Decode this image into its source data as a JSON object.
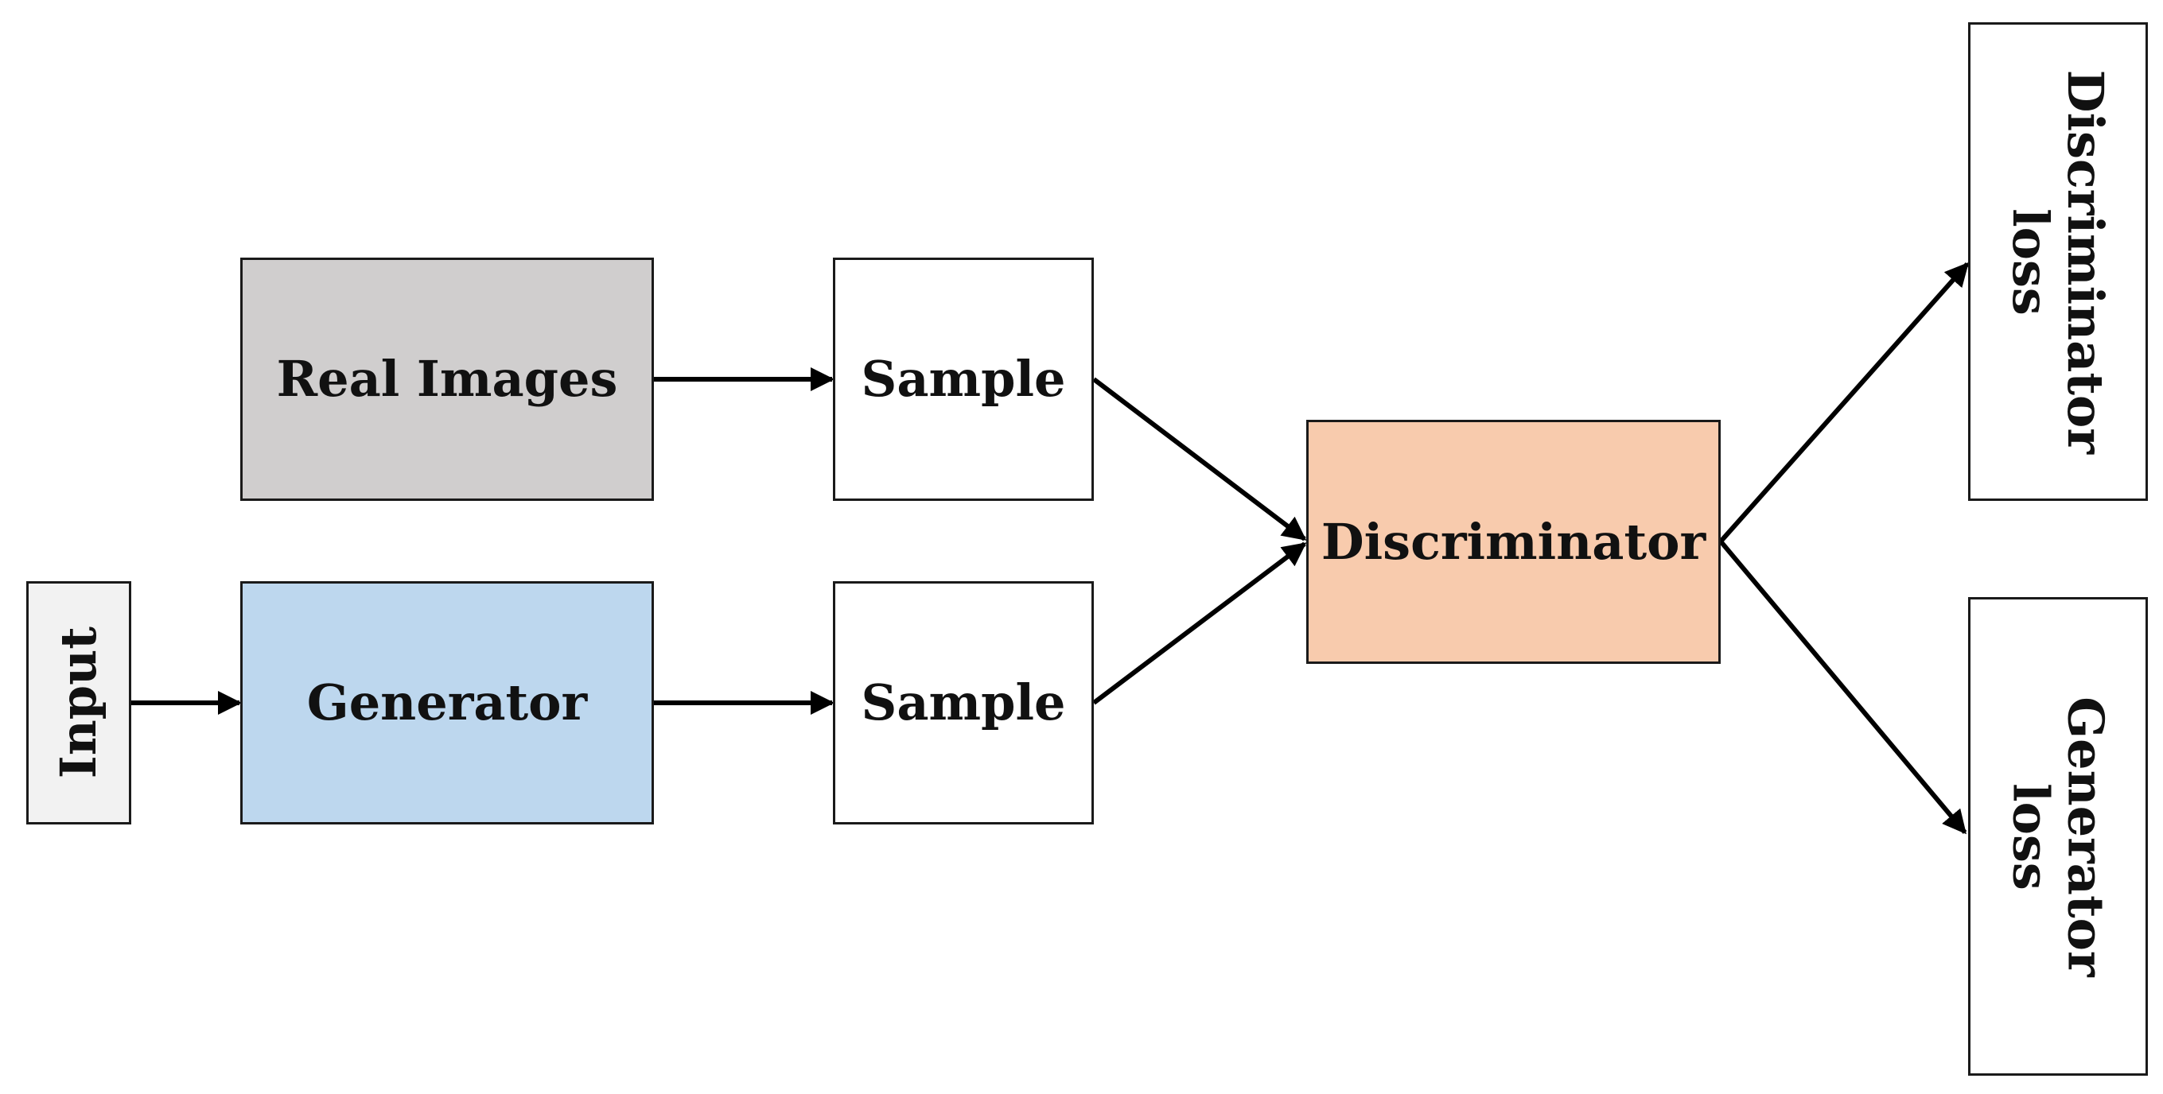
{
  "nodes": {
    "input": {
      "label": "Input",
      "fill": "#f2f2f2"
    },
    "real_images": {
      "label": "Real Images",
      "fill": "#d0cece"
    },
    "generator": {
      "label": "Generator",
      "fill": "#bdd7ee"
    },
    "sample_real": {
      "label": "Sample",
      "fill": "#ffffff"
    },
    "sample_fake": {
      "label": "Sample",
      "fill": "#ffffff"
    },
    "discriminator": {
      "label": "Discriminator",
      "fill": "#f8cbad"
    },
    "discriminator_loss": {
      "label_line1": "Discriminator",
      "label_line2": "loss",
      "fill": "#ffffff"
    },
    "generator_loss": {
      "label_line1": "Generator",
      "label_line2": "loss",
      "fill": "#ffffff"
    }
  },
  "edges": [
    {
      "from": "real_images",
      "to": "sample_real"
    },
    {
      "from": "input",
      "to": "generator"
    },
    {
      "from": "generator",
      "to": "sample_fake"
    },
    {
      "from": "sample_real",
      "to": "discriminator"
    },
    {
      "from": "sample_fake",
      "to": "discriminator"
    },
    {
      "from": "discriminator",
      "to": "discriminator_loss"
    },
    {
      "from": "discriminator",
      "to": "generator_loss"
    }
  ]
}
